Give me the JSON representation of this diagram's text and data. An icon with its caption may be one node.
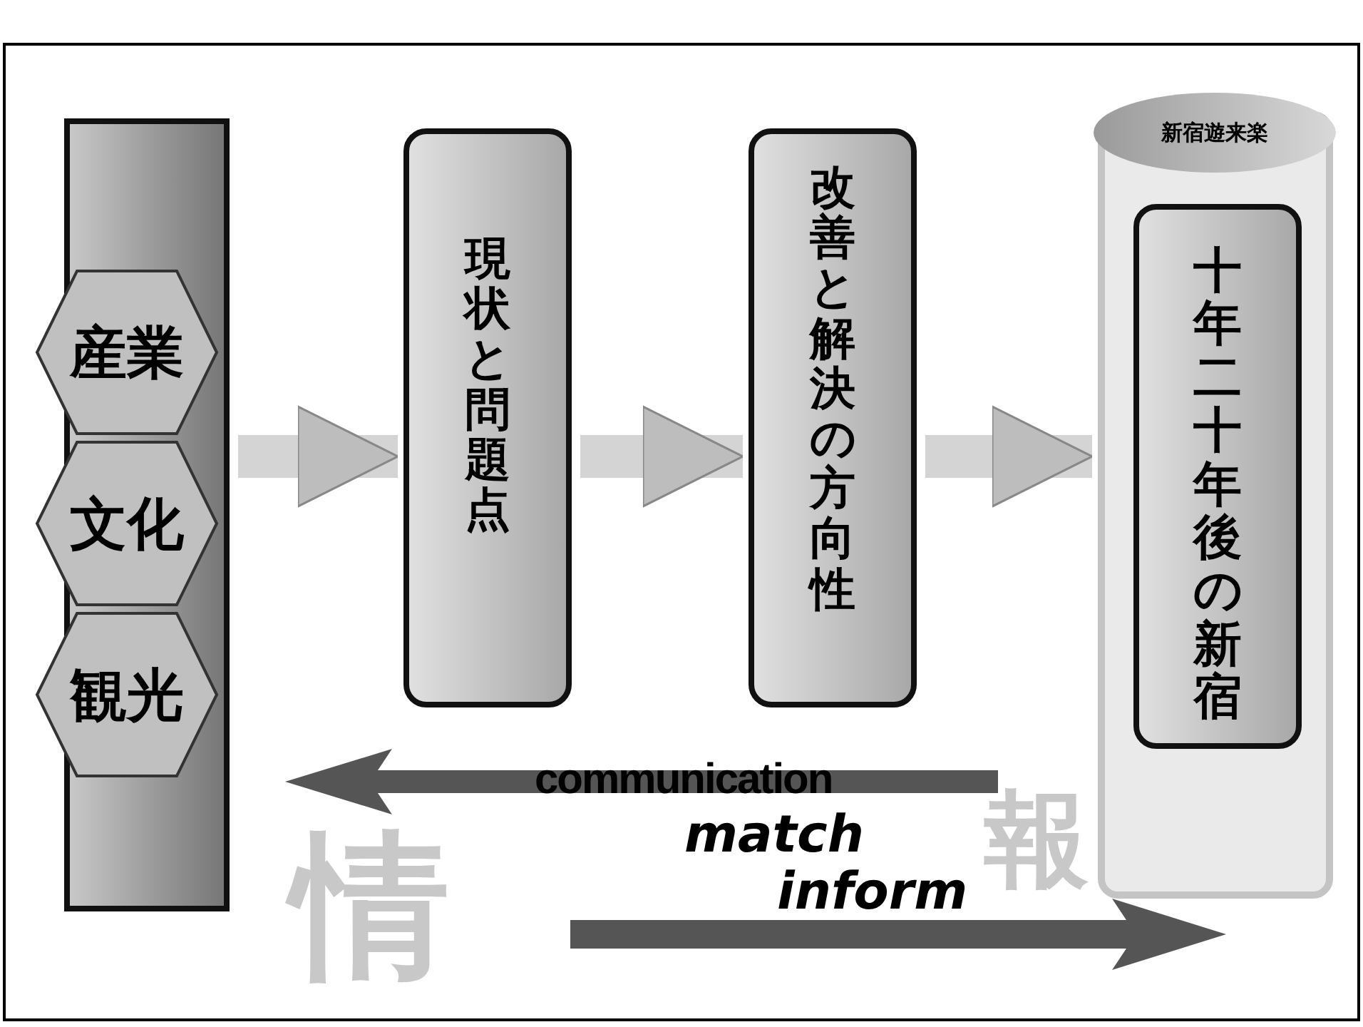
{
  "diagram": {
    "nodes": [
      {
        "text": [],
        "shape": "bar"
      },
      {
        "text": [
          "産業"
        ],
        "in": 0
      },
      {
        "text": [
          "文化"
        ],
        "in": 0
      },
      {
        "text": [
          "観光"
        ],
        "in": 0
      },
      {
        "text": [
          "現状と問題点"
        ]
      },
      {
        "text": [
          "改善と解決の方向性"
        ]
      },
      {
        "text": [
          "新宿遊来楽"
        ]
      },
      {
        "text": [
          "十年二十年後の新宿"
        ],
        "in": 6
      }
    ],
    "edges": [
      {
        "from": 0,
        "to": 4,
        "arrow": "to"
      },
      {
        "from": 4,
        "to": 5,
        "arrow": "to"
      },
      {
        "from": 5,
        "to": 6,
        "arrow": "to"
      }
    ],
    "labels": [
      "情",
      "報",
      "communication",
      "match",
      "inform"
    ]
  }
}
